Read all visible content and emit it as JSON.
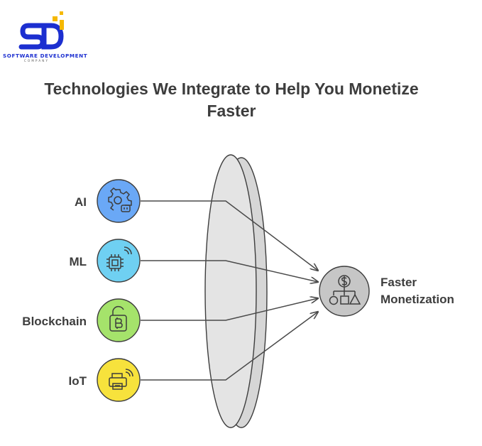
{
  "logo": {
    "letters": "SD",
    "name": "SOFTWARE DEVELOPMENT",
    "subtitle": "COMPANY",
    "colors": {
      "blue": "#1c2fd0",
      "gold": "#f5b800"
    }
  },
  "title": "Technologies We Integrate to Help You Monetize Faster",
  "inputs": [
    {
      "label": "AI",
      "icon": "gear-chip-icon",
      "color": "#6aa8f6"
    },
    {
      "label": "ML",
      "icon": "chip-signal-icon",
      "color": "#6fd0f2"
    },
    {
      "label": "Blockchain",
      "icon": "bitcoin-lock-icon",
      "color": "#a5e36b"
    },
    {
      "label": "IoT",
      "icon": "printer-signal-icon",
      "color": "#f7e23c"
    }
  ],
  "lens": {
    "color": "#e4e4e4"
  },
  "output": {
    "label_line1": "Faster",
    "label_line2": "Monetization",
    "icon": "money-flow-icon",
    "color": "#c6c6c6"
  }
}
